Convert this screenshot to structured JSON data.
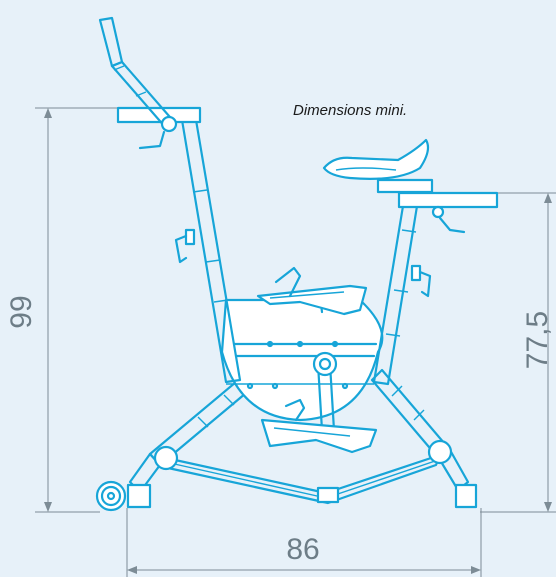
{
  "note": "Dimensions mini.",
  "dimensions": {
    "total_height": "99",
    "saddle_height": "77,5",
    "length": "86"
  },
  "colors": {
    "background": "#e7f1f9",
    "line": "#17a5d8",
    "dimension": "#7d8c96"
  }
}
